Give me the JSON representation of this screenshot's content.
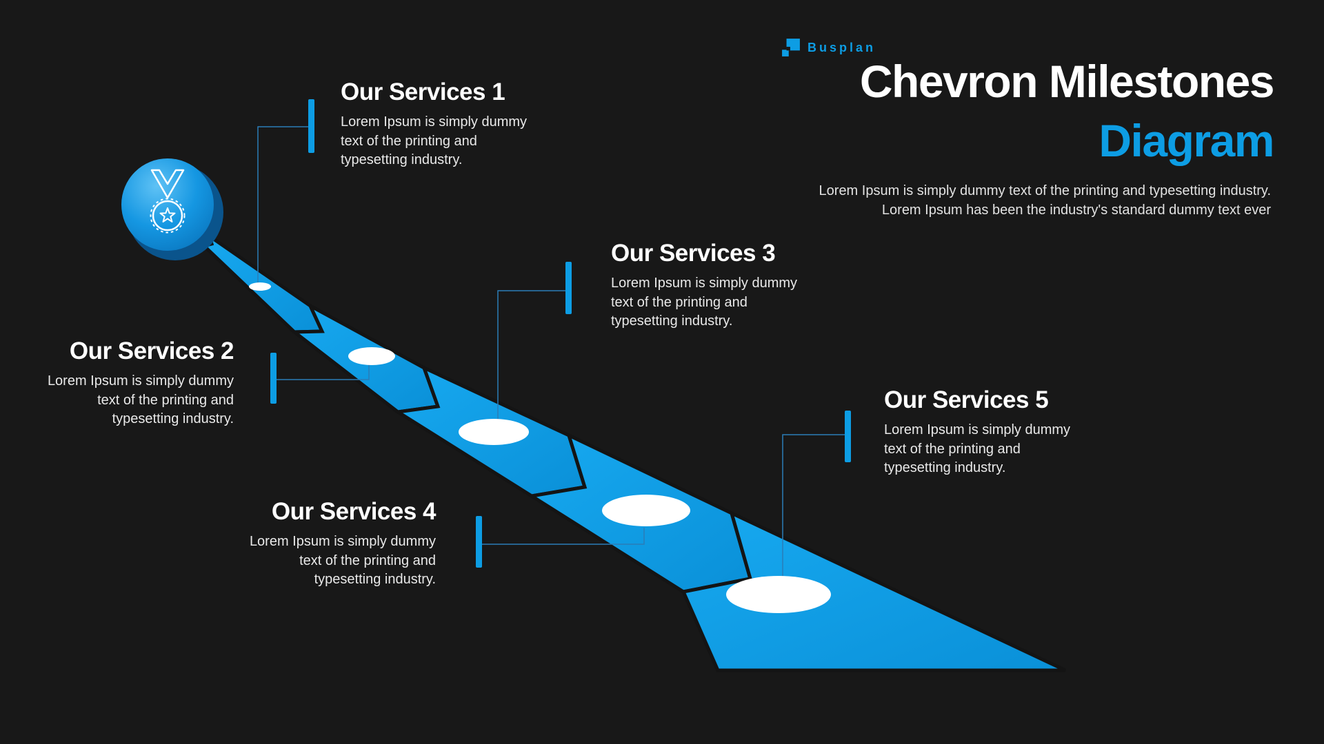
{
  "colors": {
    "background": "#181818",
    "accent": "#0D9DE4",
    "chevron_blue": "#0C9EE7",
    "text": "#FFFFFF",
    "muted_text": "#E2E2E2"
  },
  "header": {
    "brand": "Busplan",
    "title_line1": "Chevron Milestones",
    "title_line2": "Diagram",
    "subtitle": "Lorem Ipsum is simply dummy text of the printing and typesetting industry. Lorem Ipsum has been the industry's standard dummy text ever"
  },
  "services": [
    {
      "title": "Our Services 1",
      "body": "Lorem Ipsum is simply dummy text of the printing and typesetting industry."
    },
    {
      "title": "Our Services 2",
      "body": "Lorem Ipsum is simply dummy text of the printing and typesetting industry."
    },
    {
      "title": "Our Services 3",
      "body": "Lorem Ipsum is simply dummy text of the printing and typesetting industry."
    },
    {
      "title": "Our Services 4",
      "body": "Lorem Ipsum is simply dummy text of the printing and typesetting industry."
    },
    {
      "title": "Our Services 5",
      "body": "Lorem Ipsum is simply dummy text of the printing and typesetting industry."
    }
  ],
  "icons": {
    "logo": "busplan-logo-icon",
    "start_badge": "medal-award-icon",
    "markers": "milestone-marker"
  }
}
